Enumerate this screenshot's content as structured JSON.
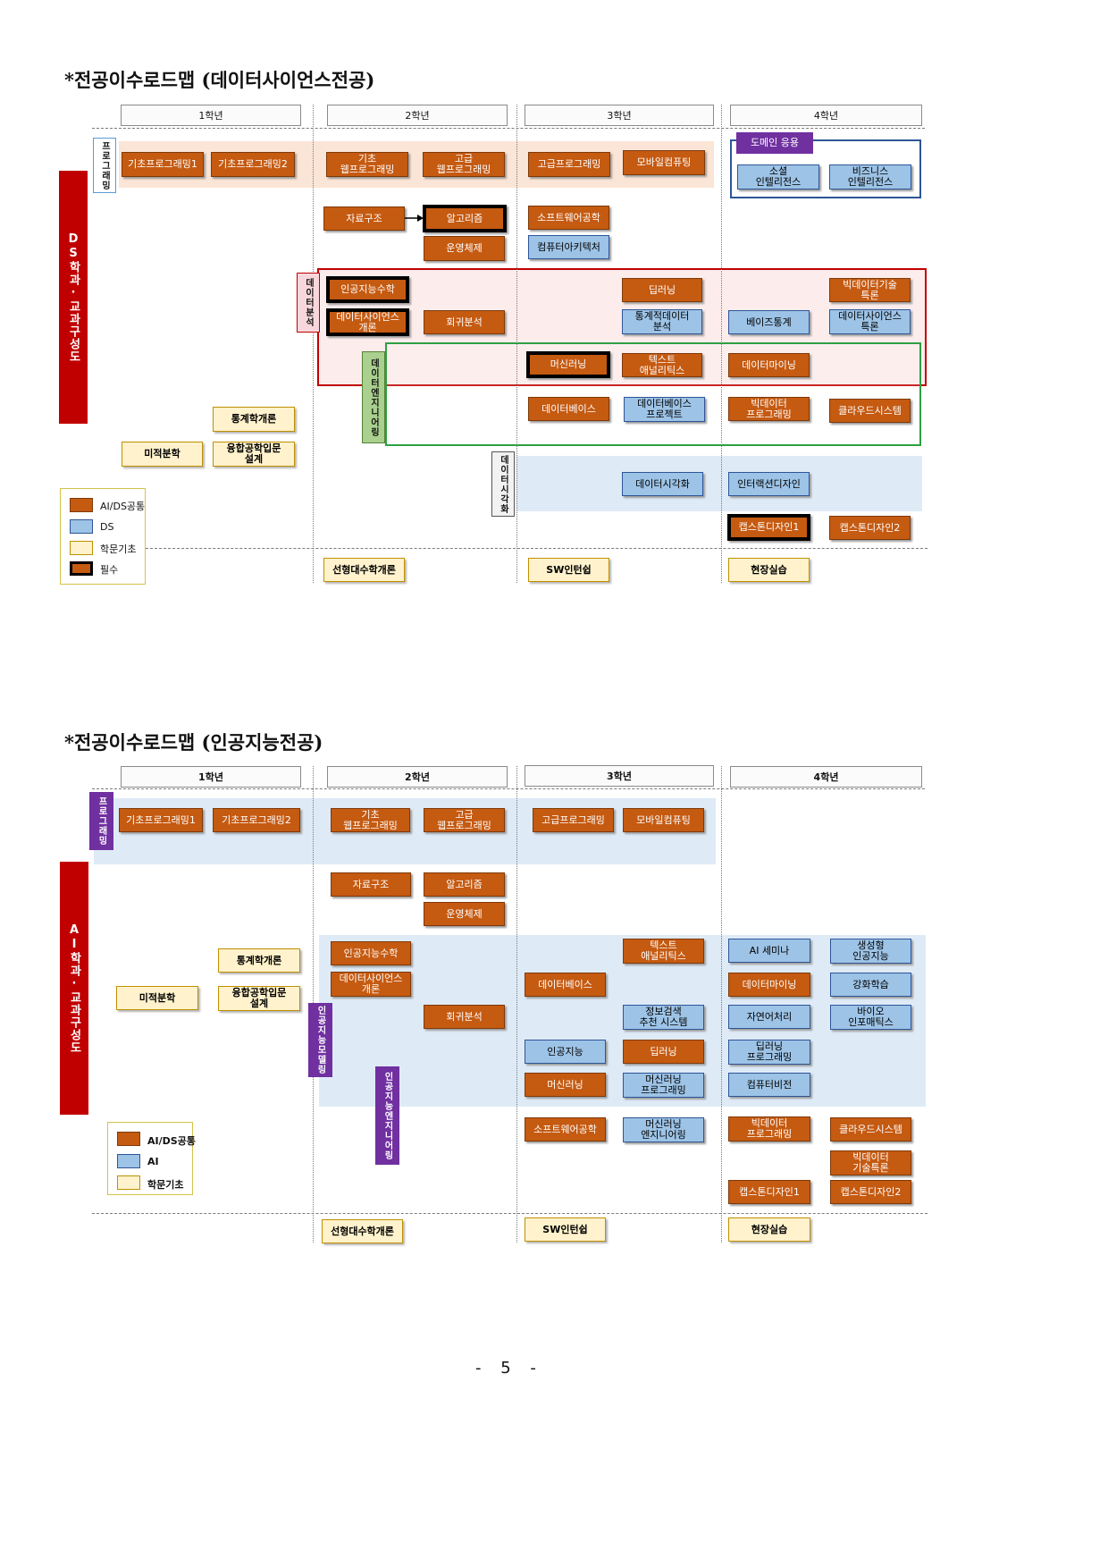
{
  "colors": {
    "ai_ds_common": "#c55a11",
    "ds": "#9dc3e6",
    "ai": "#9dc3e6",
    "basic": "#fff2cc",
    "required_border": "#000000",
    "dept_red": "#c00000",
    "purple": "#7030a0"
  },
  "ds_map": {
    "title": "*전공이수로드맵 (데이터사이언스전공)",
    "years": [
      "1학년",
      "2학년",
      "3학년",
      "4학년"
    ],
    "side_label": "DS학과·교과구성도",
    "areas": {
      "programming": "프로그래밍",
      "data_analysis": "데이터분석",
      "data_engineering": "데이터엔지니어링",
      "data_visualization": "데이터시각화",
      "domain_application": "도메인 응용"
    },
    "courses": [
      {
        "label": "기초프로그래밍1",
        "kind": "o"
      },
      {
        "label": "기초프로그래밍2",
        "kind": "o"
      },
      {
        "label": "기초\n웹프로그래밍",
        "kind": "o"
      },
      {
        "label": "고급\n웹프로그래밍",
        "kind": "o"
      },
      {
        "label": "고급프로그래밍",
        "kind": "o"
      },
      {
        "label": "모바일컴퓨팅",
        "kind": "o"
      },
      {
        "label": "소셜\n인텔리전스",
        "kind": "b"
      },
      {
        "label": "비즈니스\n인텔리전스",
        "kind": "b"
      },
      {
        "label": "자료구조",
        "kind": "o"
      },
      {
        "label": "알고리즘",
        "kind": "o",
        "required": true
      },
      {
        "label": "운영체제",
        "kind": "o"
      },
      {
        "label": "소프트웨어공학",
        "kind": "o"
      },
      {
        "label": "컴퓨터아키텍처",
        "kind": "b"
      },
      {
        "label": "인공지능수학",
        "kind": "o",
        "required": true
      },
      {
        "label": "데이터사이언스\n개론",
        "kind": "o",
        "required": true
      },
      {
        "label": "회귀분석",
        "kind": "o"
      },
      {
        "label": "딥러닝",
        "kind": "o"
      },
      {
        "label": "통계적데이터\n분석",
        "kind": "b"
      },
      {
        "label": "베이즈통계",
        "kind": "b"
      },
      {
        "label": "빅데이터기술\n특론",
        "kind": "o"
      },
      {
        "label": "데이터사이언스\n특론",
        "kind": "b"
      },
      {
        "label": "머신러닝",
        "kind": "o",
        "required": true
      },
      {
        "label": "텍스트\n애널리틱스",
        "kind": "o"
      },
      {
        "label": "데이터마이닝",
        "kind": "o"
      },
      {
        "label": "데이터베이스",
        "kind": "o"
      },
      {
        "label": "데이터베이스\n프로젝트",
        "kind": "b"
      },
      {
        "label": "빅데이터\n프로그래밍",
        "kind": "o"
      },
      {
        "label": "클라우드시스템",
        "kind": "o"
      },
      {
        "label": "통계학개론",
        "kind": "y"
      },
      {
        "label": "미적분학",
        "kind": "y"
      },
      {
        "label": "융합공학입문\n설계",
        "kind": "y"
      },
      {
        "label": "데이터시각화",
        "kind": "b"
      },
      {
        "label": "인터랙션디자인",
        "kind": "b"
      },
      {
        "label": "캡스톤디자인1",
        "kind": "o",
        "required": true
      },
      {
        "label": "캡스톤디자인2",
        "kind": "o"
      },
      {
        "label": "선형대수학개론",
        "kind": "y"
      },
      {
        "label": "SW인턴쉽",
        "kind": "y"
      },
      {
        "label": "현장실습",
        "kind": "y"
      }
    ],
    "legend": [
      "AI/DS공통",
      "DS",
      "학문기초",
      "필수"
    ]
  },
  "ai_map": {
    "title": "*전공이수로드맵 (인공지능전공)",
    "years": [
      "1학년",
      "2학년",
      "3학년",
      "4학년"
    ],
    "side_label": "AI학과·교과구성도",
    "areas": {
      "programming": "프로그래밍",
      "ai_modeling": "인공지능모델링",
      "ai_engineering": "인공지능엔지니어링"
    },
    "courses": [
      {
        "label": "기초프로그래밍1",
        "kind": "o"
      },
      {
        "label": "기초프로그래밍2",
        "kind": "o"
      },
      {
        "label": "기초\n웹프로그래밍",
        "kind": "o"
      },
      {
        "label": "고급\n웹프로그래밍",
        "kind": "o"
      },
      {
        "label": "고급프로그래밍",
        "kind": "o"
      },
      {
        "label": "모바일컴퓨팅",
        "kind": "o"
      },
      {
        "label": "자료구조",
        "kind": "o"
      },
      {
        "label": "알고리즘",
        "kind": "o"
      },
      {
        "label": "운영체제",
        "kind": "o"
      },
      {
        "label": "통계학개론",
        "kind": "y"
      },
      {
        "label": "미적분학",
        "kind": "y"
      },
      {
        "label": "융합공학입문\n설계",
        "kind": "y"
      },
      {
        "label": "인공지능수학",
        "kind": "o"
      },
      {
        "label": "데이터사이언스\n개론",
        "kind": "o"
      },
      {
        "label": "회귀분석",
        "kind": "o"
      },
      {
        "label": "데이터베이스",
        "kind": "o"
      },
      {
        "label": "텍스트\n애널리틱스",
        "kind": "o"
      },
      {
        "label": "정보검색\n추천 시스템",
        "kind": "b"
      },
      {
        "label": "AI 세미나",
        "kind": "b"
      },
      {
        "label": "생성형\n인공지능",
        "kind": "b"
      },
      {
        "label": "데이터마이닝",
        "kind": "o"
      },
      {
        "label": "강화학습",
        "kind": "b"
      },
      {
        "label": "자연어처리",
        "kind": "b"
      },
      {
        "label": "바이오\n인포매틱스",
        "kind": "b"
      },
      {
        "label": "인공지능",
        "kind": "b"
      },
      {
        "label": "딥러닝",
        "kind": "o"
      },
      {
        "label": "딥러닝\n프로그래밍",
        "kind": "b"
      },
      {
        "label": "머신러닝",
        "kind": "o"
      },
      {
        "label": "머신러닝\n프로그래밍",
        "kind": "b"
      },
      {
        "label": "컴퓨터비전",
        "kind": "b"
      },
      {
        "label": "소프트웨어공학",
        "kind": "o"
      },
      {
        "label": "머신러닝\n엔지니어링",
        "kind": "b"
      },
      {
        "label": "빅데이터\n프로그래밍",
        "kind": "o"
      },
      {
        "label": "클라우드시스템",
        "kind": "o"
      },
      {
        "label": "빅데이터\n기술특론",
        "kind": "o"
      },
      {
        "label": "캡스톤디자인1",
        "kind": "o"
      },
      {
        "label": "캡스톤디자인2",
        "kind": "o"
      },
      {
        "label": "선형대수학개론",
        "kind": "y"
      },
      {
        "label": "SW인턴쉽",
        "kind": "y"
      },
      {
        "label": "현장실습",
        "kind": "y"
      }
    ],
    "legend": [
      "AI/DS공통",
      "AI",
      "학문기초"
    ]
  },
  "page_number": "- 5 -"
}
